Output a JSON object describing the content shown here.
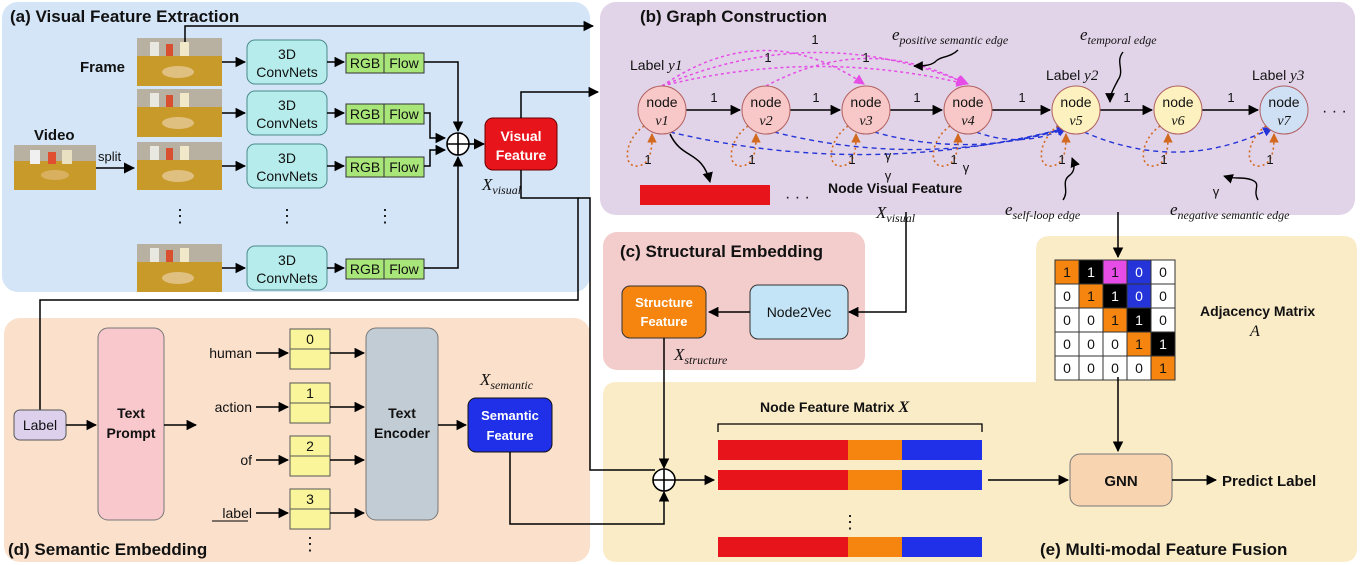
{
  "panels": {
    "a": "(a) Visual Feature Extraction",
    "b": "(b) Graph Construction",
    "c": "(c) Structural Embedding",
    "d": "(d) Semantic Embedding",
    "e": "(e)  Multi-modal Feature Fusion"
  },
  "visual": {
    "frame": "Frame",
    "video": "Video",
    "split": "split",
    "convnets_line1": "3D",
    "convnets_line2": "ConvNets",
    "rgb": "RGB",
    "flow": "Flow",
    "dots": "⋮",
    "feature_line1": "Visual",
    "feature_line2": "Feature",
    "x_visual_main": "X",
    "x_visual_sub": "visual"
  },
  "graph": {
    "node_line1": "node",
    "node_ids": [
      "v1",
      "v2",
      "v3",
      "v4",
      "v5",
      "v6",
      "v7"
    ],
    "label_prefix": "Label ",
    "labels": [
      "y1",
      "y2",
      "y3"
    ],
    "weight_one": "1",
    "weight_gamma": "γ",
    "ellipsis": "· · ·",
    "node_visual_feature": "Node Visual Feature",
    "x_visual_main": "X",
    "x_visual_sub": "visual",
    "e_pos_main": "e",
    "e_pos_sub": "positive semantic edge",
    "e_temp_main": "e",
    "e_temp_sub": "temporal edge",
    "e_self_main": "e",
    "e_self_sub": "self-loop edge",
    "e_neg_main": "e",
    "e_neg_sub": "negative semantic edge"
  },
  "structural": {
    "node2vec": "Node2Vec",
    "feature_line1": "Structure",
    "feature_line2": "Feature",
    "x_main": "X",
    "x_sub": "structure"
  },
  "semantic": {
    "label": "Label",
    "prompt_line1": "Text",
    "prompt_line2": "Prompt",
    "words": [
      "human",
      "action",
      "of",
      "label"
    ],
    "tokens": [
      "0",
      "1",
      "2",
      "3"
    ],
    "encoder_line1": "Text",
    "encoder_line2": "Encoder",
    "feature_line1": "Semantic",
    "feature_line2": "Feature",
    "x_main": "X",
    "x_sub": "semantic",
    "dots": "⋮"
  },
  "fusion": {
    "matrix_title_main": "Node Feature Matrix ",
    "matrix_title_var": "X",
    "adjacency_title": "Adjacency Matrix",
    "adjacency_var": "A",
    "adjacency": [
      [
        "1",
        "1",
        "1",
        "0",
        "0"
      ],
      [
        "0",
        "1",
        "1",
        "0",
        "0"
      ],
      [
        "0",
        "0",
        "1",
        "1",
        "0"
      ],
      [
        "0",
        "0",
        "0",
        "1",
        "1"
      ],
      [
        "0",
        "0",
        "0",
        "0",
        "1"
      ]
    ],
    "gnn": "GNN",
    "predict": "Predict Label",
    "dots": "⋮"
  },
  "colors": {
    "panel_a": "#d4e5f7",
    "panel_b": "#e2d4e8",
    "panel_c": "#f3cccc",
    "panel_d": "#fbe1cc",
    "panel_e": "#fbecc8",
    "visual_feature": "#e8141b",
    "structure_feature": "#f5850f",
    "semantic_feature": "#2030e8",
    "node_pink": "#f8c8c8",
    "node_yellow": "#fdf2bf",
    "node_blue": "#cfe0f5",
    "convnets": "#b6ecec",
    "rgb_flow": "#a9e67a",
    "token": "#faf59a",
    "encoder": "#c2ccd4",
    "gnn": "#f8d5b0",
    "magenta": "#e64ce6",
    "navy": "#2434d8",
    "dotted_orange": "#d2691e"
  }
}
